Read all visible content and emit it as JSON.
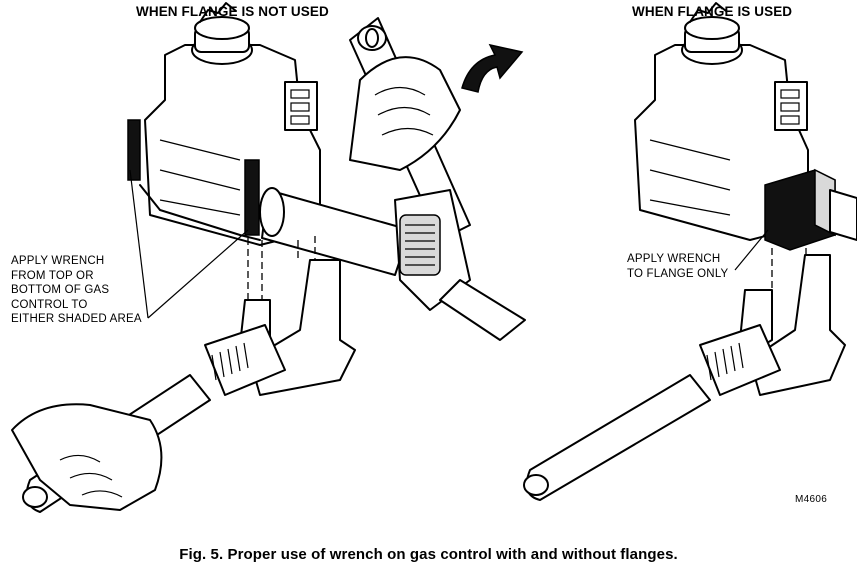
{
  "headings": {
    "left": "WHEN FLANGE IS NOT USED",
    "right": "WHEN FLANGE IS USED"
  },
  "callouts": {
    "left": [
      "APPLY WRENCH",
      "FROM TOP OR",
      "BOTTOM OF GAS",
      "CONTROL TO",
      "EITHER SHADED AREA"
    ],
    "right": [
      "APPLY WRENCH",
      "TO FLANGE ONLY"
    ]
  },
  "figure_id": "M4606",
  "caption": "Fig. 5. Proper use of wrench on gas control with and without flanges."
}
